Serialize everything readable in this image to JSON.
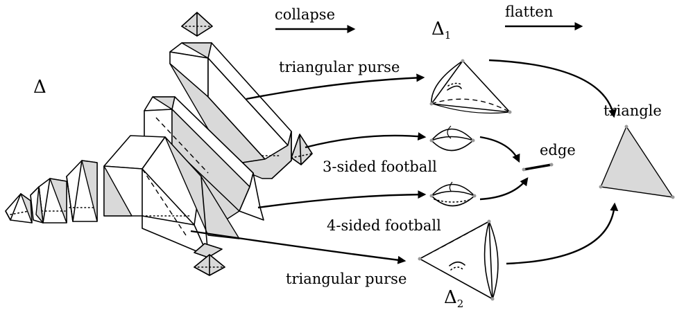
{
  "labels": {
    "delta": "Δ",
    "collapse": "collapse",
    "flatten": "flatten",
    "delta1_base": "Δ",
    "delta1_sub": "1",
    "delta2_base": "Δ",
    "delta2_sub": "2",
    "purse_top": "triangular purse",
    "purse_bottom": "triangular purse",
    "football3": "3-sided football",
    "football4": "4-sided football",
    "edge": "edge",
    "triangle": "triangle"
  },
  "colors": {
    "shade": "#d9d9d9",
    "stroke": "#000000",
    "vertex": "#999999"
  }
}
